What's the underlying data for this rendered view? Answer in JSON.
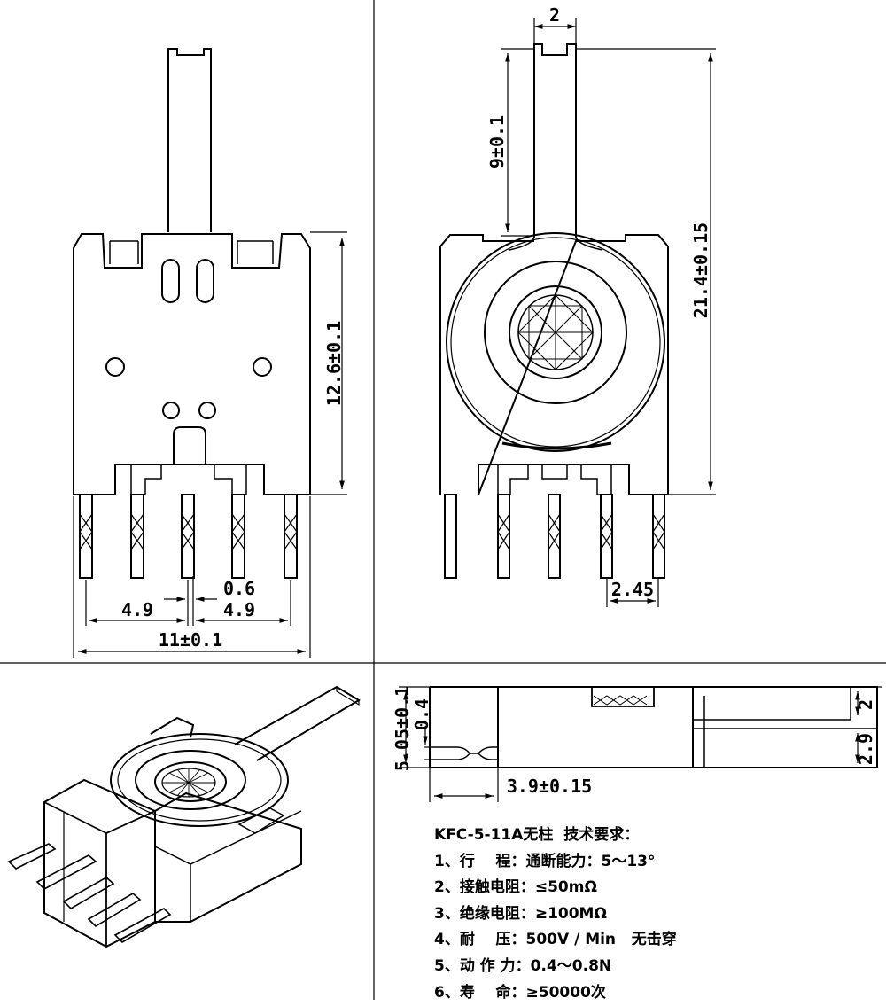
{
  "dims": {
    "front_overall_width": "11±0.1",
    "front_height": "12.6±0.1",
    "front_pin_pitch_left": "4.9",
    "front_pin_pitch_right": "4.9",
    "front_pin_width": "0.6",
    "side_shaft_width": "2",
    "side_shaft_height": "9±0.1",
    "side_total_height": "21.4±0.15",
    "side_pin_pitch": "2.45",
    "bottom_height": "5.05±0.1",
    "bottom_thickness": "0.4",
    "bottom_depth": "3.9±0.15",
    "bottom_top_layer": "2",
    "bottom_base_layer": "2.9"
  },
  "spec": {
    "title": "KFC-5-11A无柱  技术要求：",
    "items": [
      "1、行    程：通断能力：5～13°",
      "2、接触电阻：≤50mΩ",
      "3、绝缘电阻：≥100MΩ",
      "4、耐    压：500V / Min   无击穿",
      "5、动 作 力：0.4～0.8N",
      "6、寿    命：≥50000次"
    ]
  }
}
